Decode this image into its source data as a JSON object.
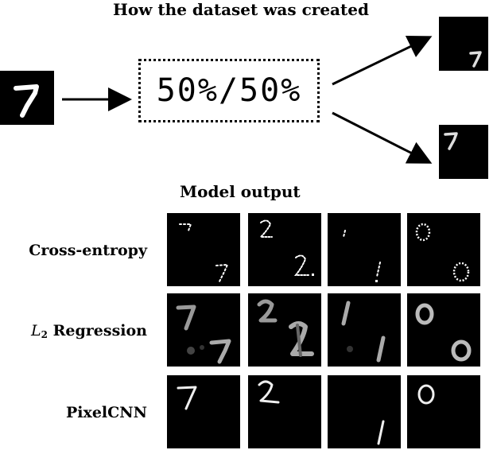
{
  "titles": {
    "top": "How the dataset was created",
    "bottom": "Model output"
  },
  "split_box": {
    "text": "50%/50%"
  },
  "row_labels": {
    "cross_entropy": "Cross-entropy",
    "l2_prefix": "L",
    "l2_subscript": "2",
    "l2_suffix": " Regression",
    "pixelcnn": "PixelCNN"
  },
  "grid": {
    "columns": [
      "7",
      "2",
      "1",
      "0"
    ],
    "rows": [
      "Cross-entropy",
      "L2 Regression",
      "PixelCNN"
    ]
  },
  "colors": {
    "background": "#ffffff",
    "image_background": "#000000",
    "digit_stroke": "#ffffff"
  }
}
